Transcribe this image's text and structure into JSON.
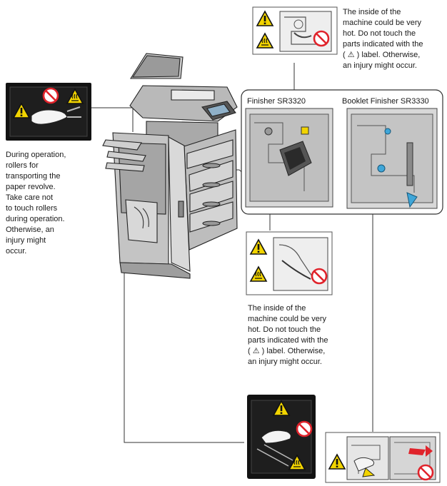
{
  "warnings": {
    "top_right": "The inside of the\nmachine could be very\nhot. Do not touch the\nparts indicated with the\n( ⚠ ) label. Otherwise,\nan injury might occur.",
    "left_rollers": "During operation,\nrollers for\ntransporting the\npaper revolve.\nTake care not\nto touch rollers\nduring operation.\nOtherwise, an\ninjury might\noccur.",
    "middle": "The inside of the\nmachine could be very\nhot. Do not touch the\nparts indicated with the\n( ⚠ ) label. Otherwise,\nan injury might occur."
  },
  "finishers": {
    "left_name": "Finisher SR3320",
    "right_name": "Booklet Finisher SR3330"
  },
  "colors": {
    "warning_yellow": "#f2d400",
    "prohibit_red": "#e0232b",
    "dark_panel": "#121212",
    "line_art": "#333333"
  }
}
